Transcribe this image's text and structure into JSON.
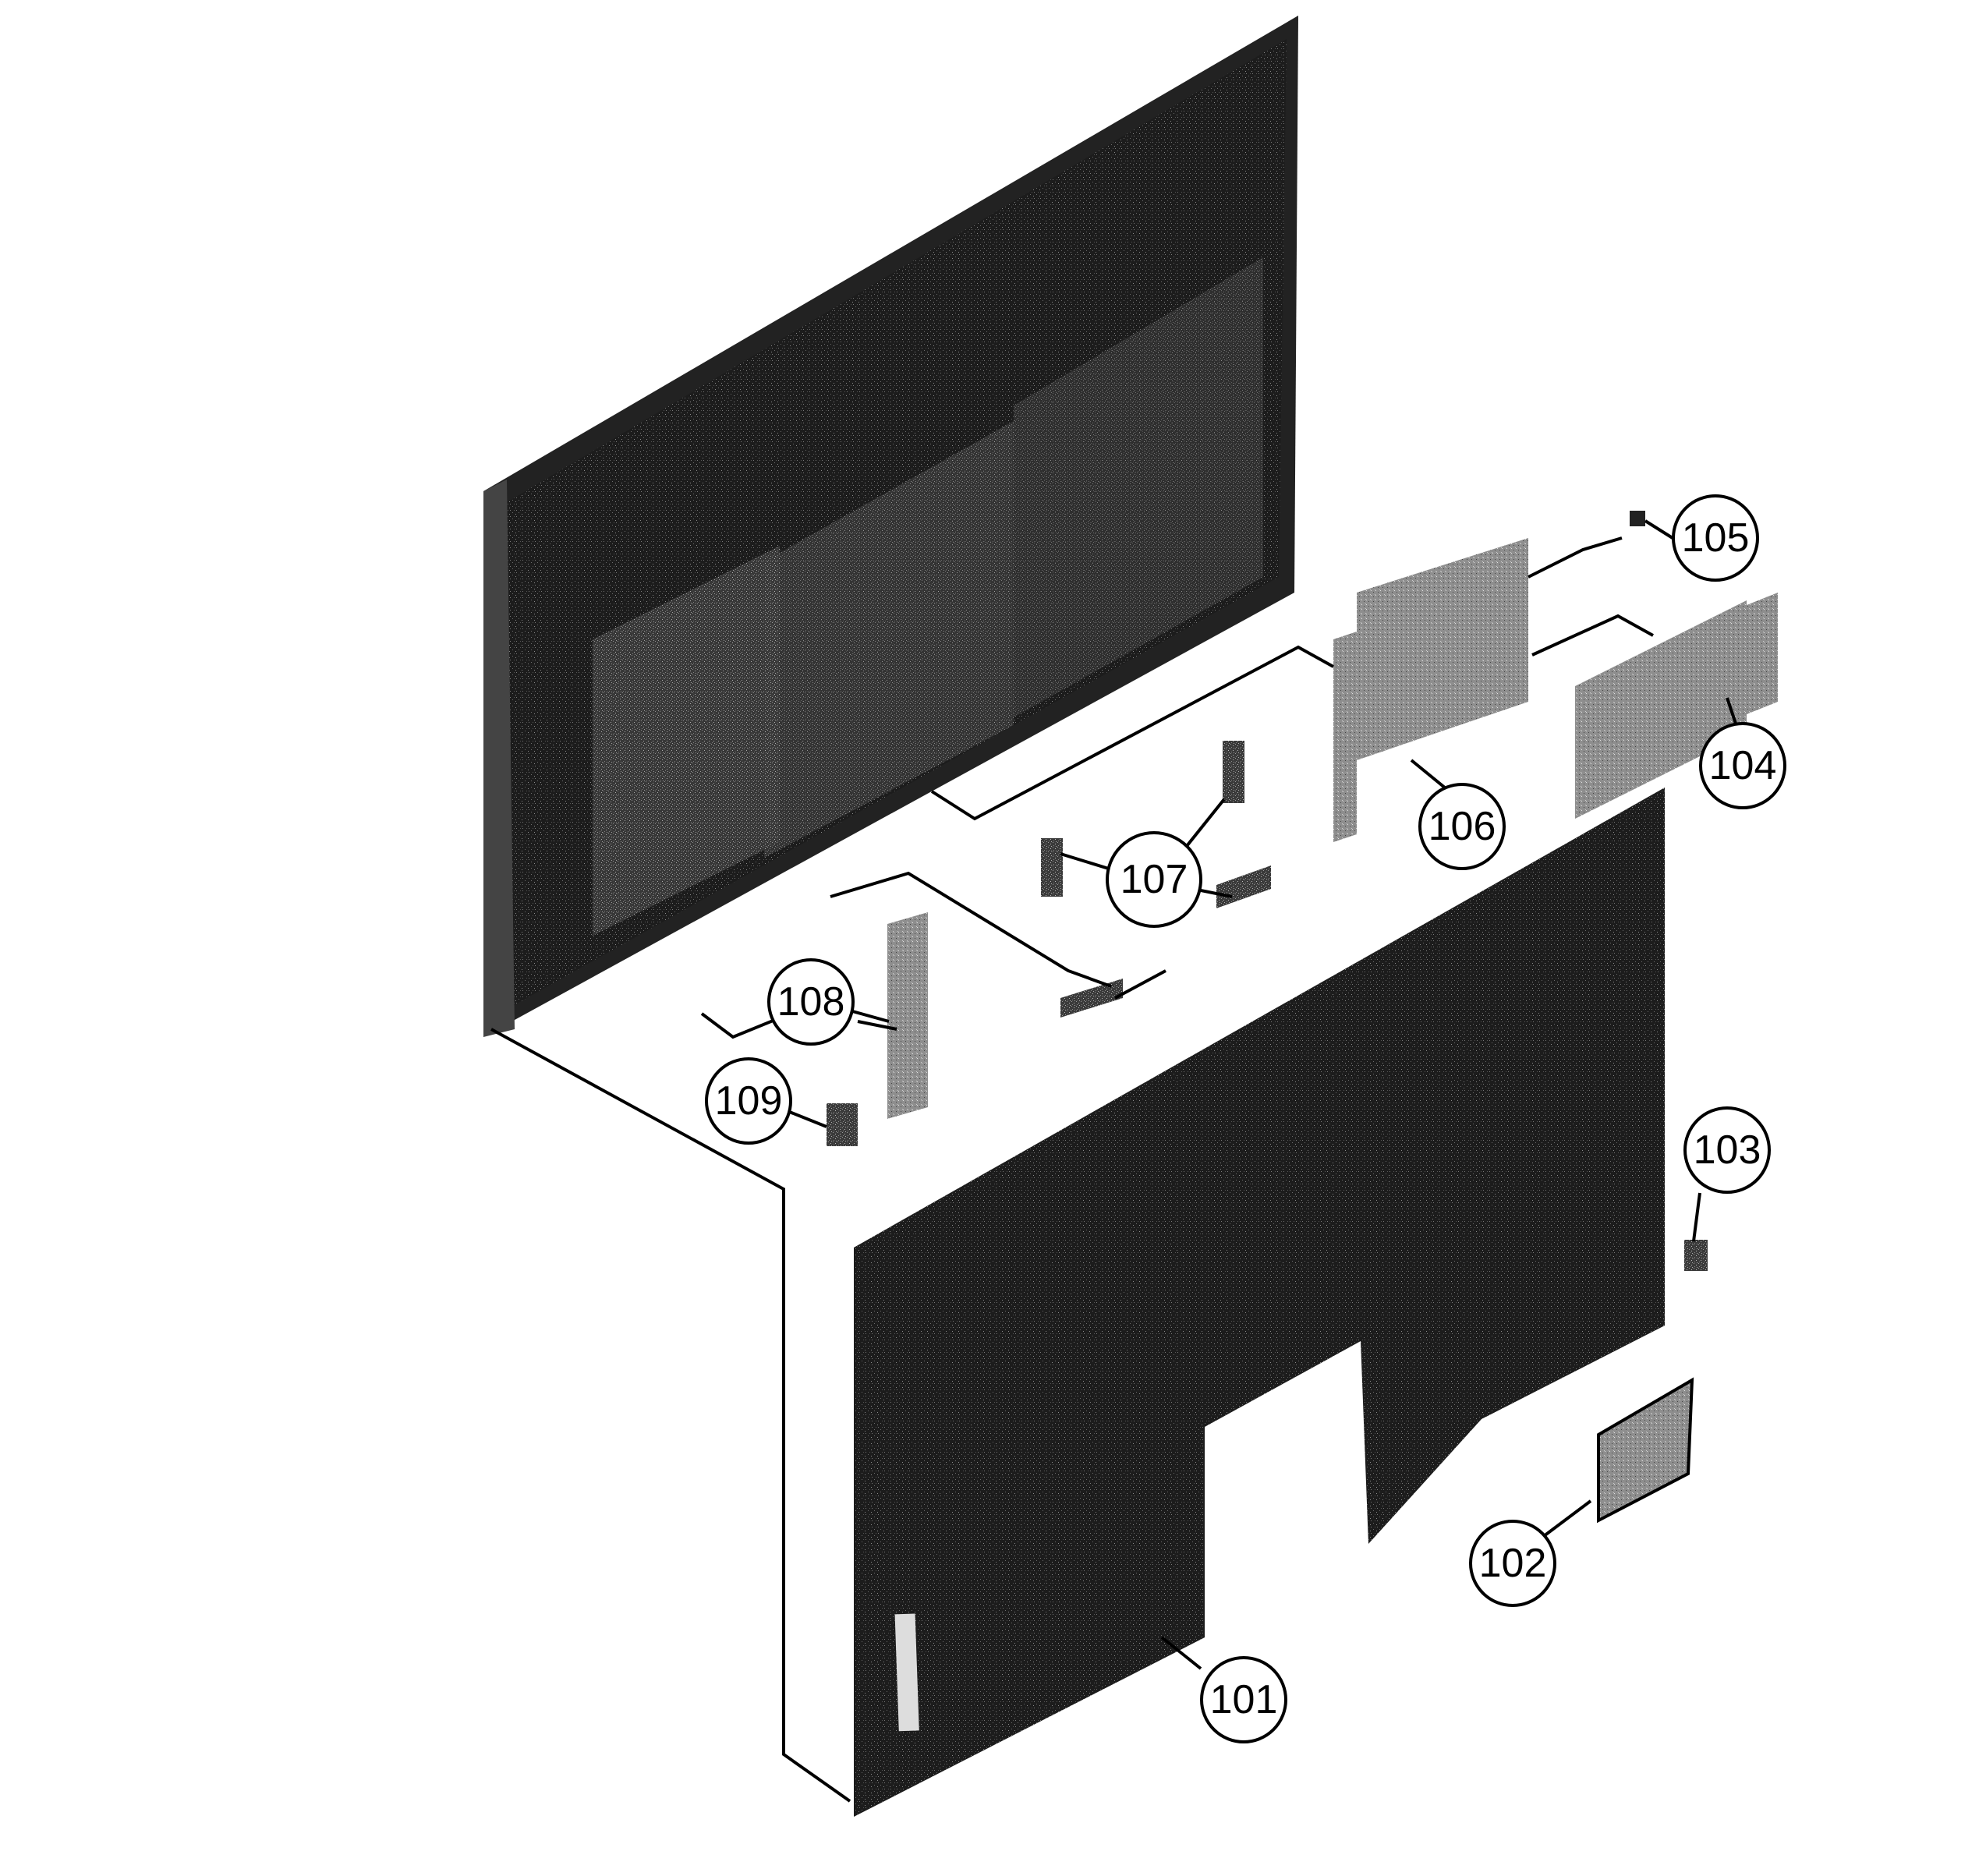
{
  "colors": {
    "background": "#ffffff",
    "ink": "#000000",
    "panel_dark": "#1a1a1a",
    "panel_mid": "#2c2c2c",
    "component_gray": "#6e6e6e"
  },
  "callouts": [
    {
      "id": "101",
      "label": "101"
    },
    {
      "id": "102",
      "label": "102"
    },
    {
      "id": "103",
      "label": "103"
    },
    {
      "id": "104",
      "label": "104"
    },
    {
      "id": "105",
      "label": "105"
    },
    {
      "id": "106",
      "label": "106"
    },
    {
      "id": "107",
      "label": "107"
    },
    {
      "id": "108",
      "label": "108"
    },
    {
      "id": "109",
      "label": "109"
    }
  ]
}
